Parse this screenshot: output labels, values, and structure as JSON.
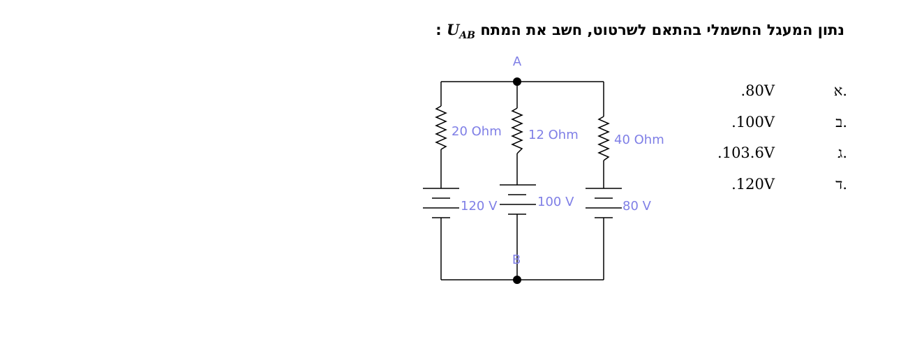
{
  "question": {
    "text": "נתון המעגל החשמלי בהתאם לשרטוט, חשב את המתח",
    "variable": "U",
    "variable_sub": "AB",
    "suffix": ":"
  },
  "circuit": {
    "node_top_label": "A",
    "node_bottom_label": "B",
    "resistors": [
      "20 Ohm",
      "12 Ohm",
      "40 Ohm"
    ],
    "batteries": [
      "120 V",
      "100 V",
      "80 V"
    ],
    "wire_color": "#000000",
    "label_color": "#7f7fe6"
  },
  "answers": [
    {
      "letter": "א.",
      "value": ".80V"
    },
    {
      "letter": "ב.",
      "value": ".100V"
    },
    {
      "letter": "ג.",
      "value": ".103.6V"
    },
    {
      "letter": "ד.",
      "value": ".120V"
    }
  ]
}
